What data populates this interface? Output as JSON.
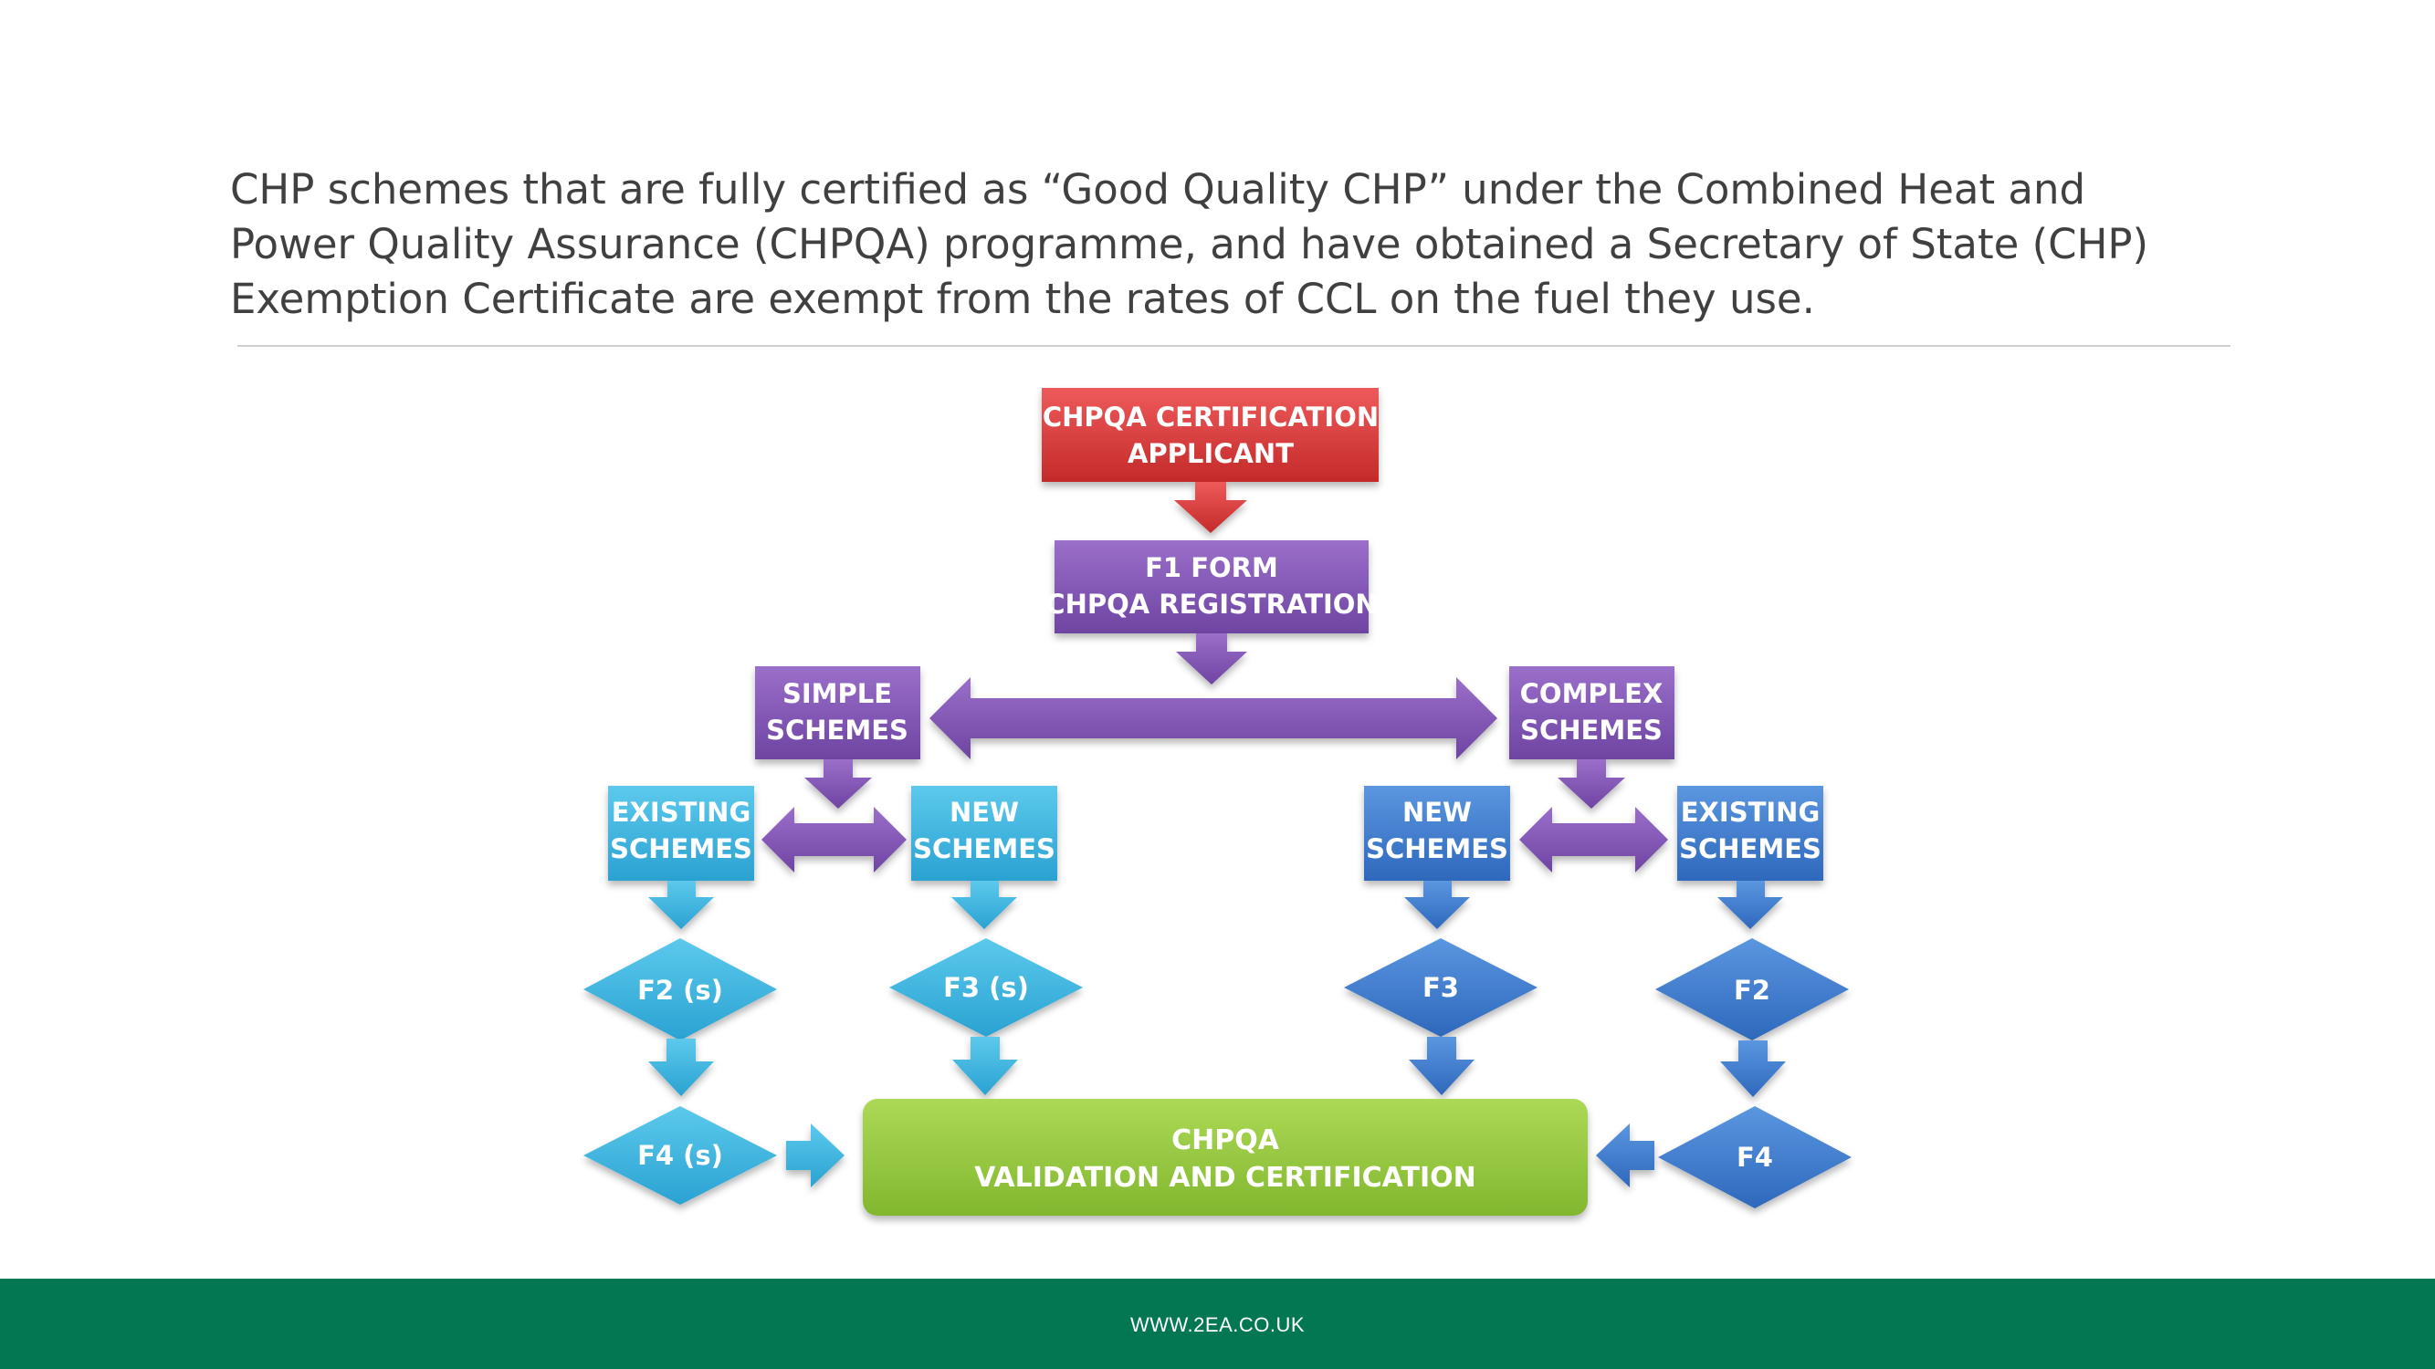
{
  "intro": {
    "line1": "CHP schemes that are fully certified as “Good Quality CHP” under the Combined Heat and",
    "line2": "Power Quality Assurance (CHPQA) programme, and have obtained a Secretary of State (CHP)",
    "line3": "Exemption Certificate are exempt from the rates of CCL on the fuel they use."
  },
  "diagram": {
    "applicant": {
      "line1": "CHPQA CERTIFICATION",
      "line2": "APPLICANT"
    },
    "registration": {
      "line1": "F1 FORM",
      "line2": "CHPQA REGISTRATION"
    },
    "simple": {
      "line1": "SIMPLE",
      "line2": "SCHEMES"
    },
    "complex": {
      "line1": "COMPLEX",
      "line2": "SCHEMES"
    },
    "simple_existing": {
      "line1": "EXISTING",
      "line2": "SCHEMES"
    },
    "simple_new": {
      "line1": "NEW",
      "line2": "SCHEMES"
    },
    "complex_new": {
      "line1": "NEW",
      "line2": "SCHEMES"
    },
    "complex_existing": {
      "line1": "EXISTING",
      "line2": "SCHEMES"
    },
    "f2s": "F2 (s)",
    "f3s": "F3 (s)",
    "f3": "F3",
    "f2": "F2",
    "f4s": "F4 (s)",
    "f4": "F4",
    "validation": {
      "line1": "CHPQA",
      "line2": "VALIDATION AND CERTIFICATION"
    },
    "colors": {
      "red": "#d63a3a",
      "purple": "#8154b4",
      "cyan": "#32b2de",
      "blue": "#3a7cd0",
      "green": "#93c83e"
    }
  },
  "footer": {
    "url": "WWW.2EA.CO.UK"
  }
}
